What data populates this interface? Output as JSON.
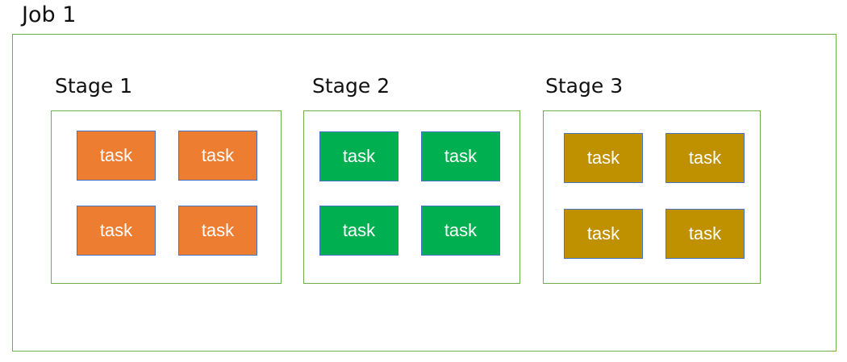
{
  "job": {
    "title": "Job 1"
  },
  "colors": {
    "container_border": "#70ad47",
    "task_border": "#4a72c4",
    "task_text": "#ffffff"
  },
  "stages": [
    {
      "title": "Stage 1",
      "color": "#ed7d31",
      "tasks": [
        "task",
        "task",
        "task",
        "task"
      ]
    },
    {
      "title": "Stage 2",
      "color": "#00b050",
      "tasks": [
        "task",
        "task",
        "task",
        "task"
      ]
    },
    {
      "title": "Stage 3",
      "color": "#bf9000",
      "tasks": [
        "task",
        "task",
        "task",
        "task"
      ]
    }
  ]
}
